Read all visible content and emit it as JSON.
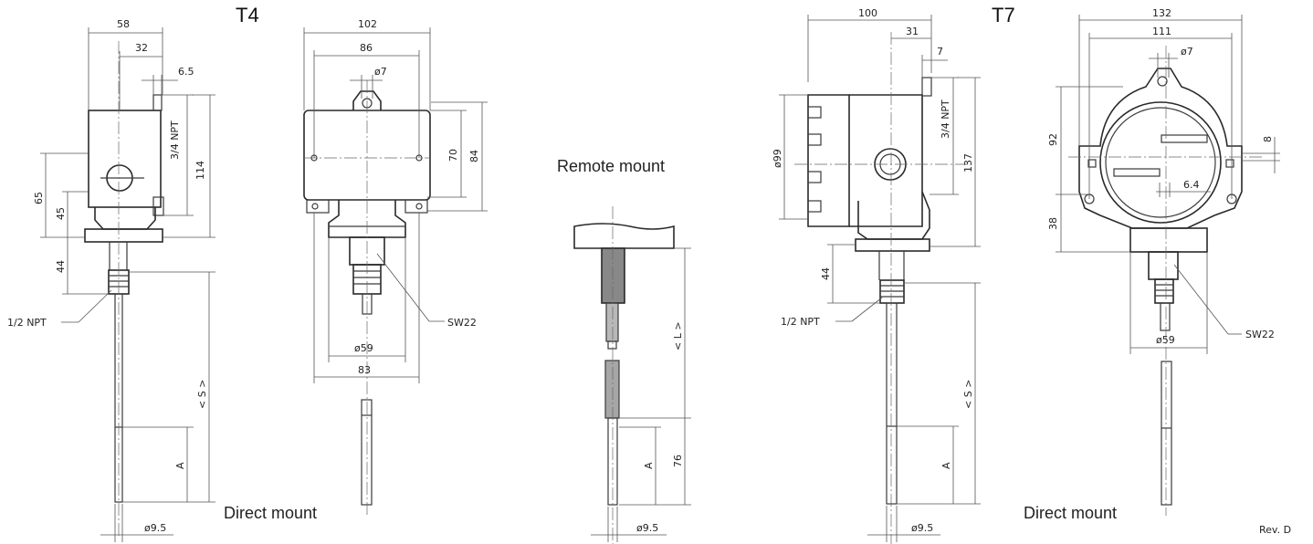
{
  "titles": {
    "t4": "T4",
    "t7": "T7"
  },
  "captions": {
    "t4_direct": "Direct mount",
    "remote": "Remote mount",
    "t7_direct": "Direct mount"
  },
  "revision": "Rev. D",
  "dims": {
    "t4_side_58": "58",
    "t4_side_32": "32",
    "t4_side_65b": "6.5",
    "t4_side_npt34": "3/4 NPT",
    "t4_side_114": "114",
    "t4_side_65": "65",
    "t4_side_45": "45",
    "t4_side_44": "44",
    "t4_side_npt12": "1/2 NPT",
    "t4_side_s": "< S >",
    "t4_side_a": "A",
    "t4_side_d95": "ø9.5",
    "t4_front_102": "102",
    "t4_front_86": "86",
    "t4_front_d7": "ø7",
    "t4_front_70": "70",
    "t4_front_84": "84",
    "t4_front_sw22": "SW22",
    "t4_front_d59": "ø59",
    "t4_front_83": "83",
    "rem_l": "< L >",
    "rem_76": "76",
    "rem_a": "A",
    "rem_d95": "ø9.5",
    "t7_side_100": "100",
    "t7_side_31": "31",
    "t7_side_7": "7",
    "t7_side_d99": "ø99",
    "t7_side_npt34": "3/4 NPT",
    "t7_side_137": "137",
    "t7_side_44": "44",
    "t7_side_npt12": "1/2 NPT",
    "t7_side_s": "< S >",
    "t7_side_a": "A",
    "t7_side_d95": "ø9.5",
    "t7_front_132": "132",
    "t7_front_111": "111",
    "t7_front_d7": "ø7",
    "t7_front_92": "92",
    "t7_front_8": "8",
    "t7_front_64": "6.4",
    "t7_front_38": "38",
    "t7_front_sw22": "SW22",
    "t7_front_d59": "ø59"
  }
}
